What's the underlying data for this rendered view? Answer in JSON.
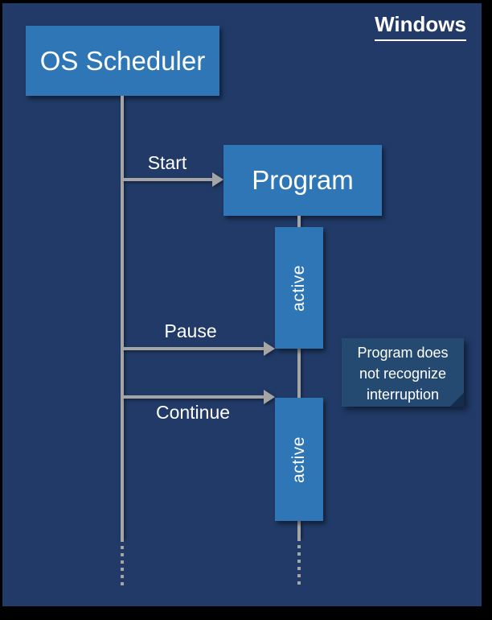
{
  "diagram": {
    "platform_label": "Windows",
    "actors": {
      "scheduler": "OS Scheduler",
      "program": "Program"
    },
    "messages": {
      "start": "Start",
      "pause": "Pause",
      "continue": "Continue"
    },
    "activations": {
      "first": "active",
      "second": "active"
    },
    "note": {
      "lines": [
        "Program does",
        "not recognize",
        "interruption"
      ]
    },
    "colors": {
      "background": "#213A67",
      "frame": "#000000",
      "box_fill": "#2E76B6",
      "note_fill": "#254A72",
      "note_fold": "#142C4D",
      "line": "#A5A5A5",
      "text": "#FFFFFF"
    }
  }
}
